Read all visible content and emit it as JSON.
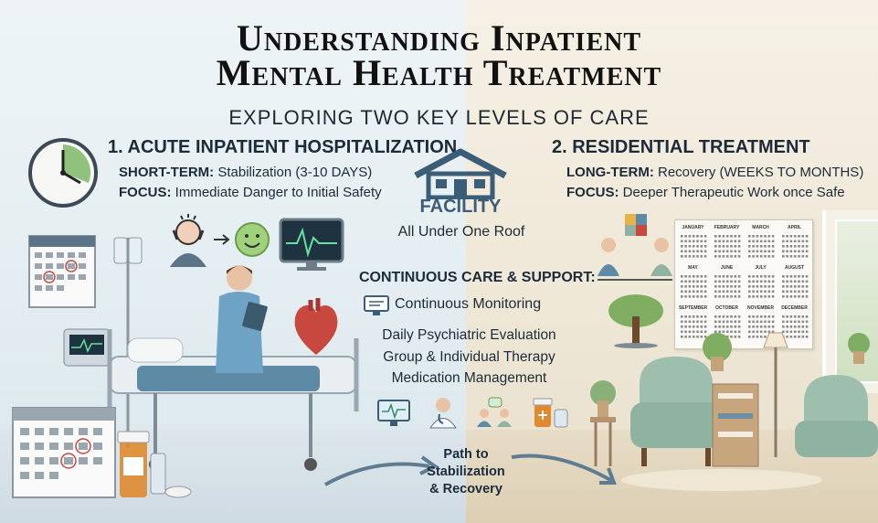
{
  "title_line1": "Understanding Inpatient",
  "title_line2": "Mental Health Treatment",
  "subtitle": "EXPLORING TWO KEY LEVELS OF CARE",
  "acute": {
    "heading": "1. ACUTE INPATIENT HOSPITALIZATION",
    "line1_label": "SHORT-TERM:",
    "line1_value": "Stabilization (3-10 DAYS)",
    "line2_label": "FOCUS:",
    "line2_value": "Immediate Danger to Initial Safety"
  },
  "residential": {
    "heading": "2. RESIDENTIAL TREATMENT",
    "line1_label": "LONG-TERM:",
    "line1_value": "Recovery (WEEKS TO MONTHS)",
    "line2_label": "FOCUS:",
    "line2_value": "Deeper Therapeutic Work once Safe"
  },
  "facility": {
    "word": "FACILITY",
    "sub": "All Under One Roof"
  },
  "care": {
    "heading": "CONTINUOUS CARE & SUPPORT:",
    "items": [
      "Continuous Monitoring",
      "Daily Psychiatric Evaluation",
      "Group & Individual Therapy",
      "Medication Management"
    ]
  },
  "path": {
    "line1": "Path to",
    "line2": "Stabilization",
    "line3": "& Recovery"
  },
  "calendar_months": [
    "JANUARY",
    "FEBRUARY",
    "MARCH",
    "APRIL",
    "MAY",
    "JUNE",
    "JULY",
    "AUGUST",
    "SEPTEMBER",
    "OCTOBER",
    "NOVEMBER",
    "DECEMBER"
  ],
  "colors": {
    "left_bg": "#e3edf1",
    "right_bg": "#efe7d6",
    "accent_blue": "#3a5d78",
    "heart_red": "#c8483f",
    "chair_green": "#8fb3a0"
  }
}
